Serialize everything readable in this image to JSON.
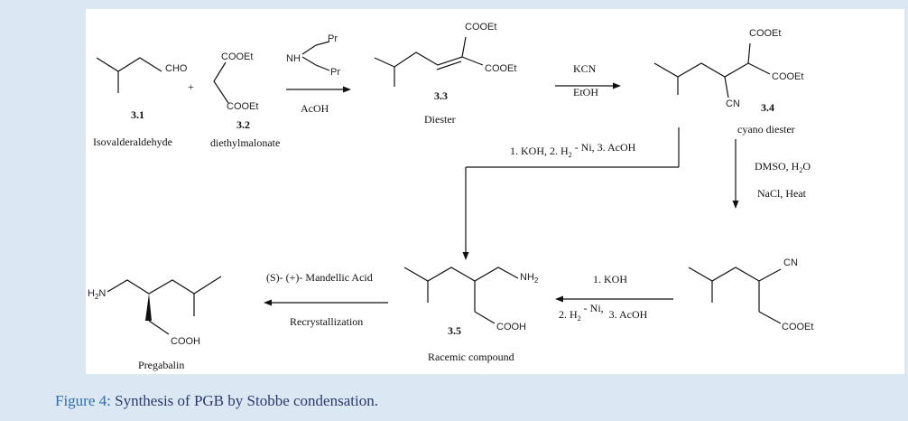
{
  "caption": {
    "label": "Figure 4:",
    "text": " Synthesis of PGB by Stobbe condensation."
  },
  "compounds": {
    "c31": {
      "number": "3.1",
      "name": "Isovalderaldehyde",
      "group": "CHO"
    },
    "c32": {
      "number": "3.2",
      "name": "diethylmalonate",
      "groups": [
        "COOEt",
        "COOEt"
      ]
    },
    "c33": {
      "number": "3.3",
      "name": "Diester",
      "groups": [
        "COOEt",
        "COOEt"
      ]
    },
    "c34": {
      "number": "3.4",
      "name": "cyano diester",
      "groups": [
        "COOEt",
        "COOEt",
        "CN"
      ]
    },
    "c_cyano_ester": {
      "groups": [
        "CN",
        "COOEt"
      ]
    },
    "c35": {
      "number": "3.5",
      "name": "Racemic compound",
      "groups": [
        "NH2",
        "COOH"
      ]
    },
    "pgb": {
      "name": "Pregabalin",
      "groups": [
        "H2N",
        "COOH"
      ]
    }
  },
  "plus": "+",
  "reagents": {
    "amine": {
      "nh": "NH",
      "pr": "Pr"
    },
    "step1_below": "AcOH",
    "step2_above": "KCN",
    "step2_below": "EtOH",
    "step3": {
      "a": "1. KOH, 2. H",
      "b": " - Ni, 3. AcOH"
    },
    "step4_above": "DMSO, H",
    "step4_o": "O",
    "step4_below": "NaCl, Heat",
    "step5_above": "1. KOH",
    "step5_below": {
      "a": "2. H",
      "b": " - Ni,",
      "c": "3. AcOH"
    },
    "step6_above": "(S)- (+)- Mandellic Acid",
    "step6_below": "Recrystallization"
  }
}
